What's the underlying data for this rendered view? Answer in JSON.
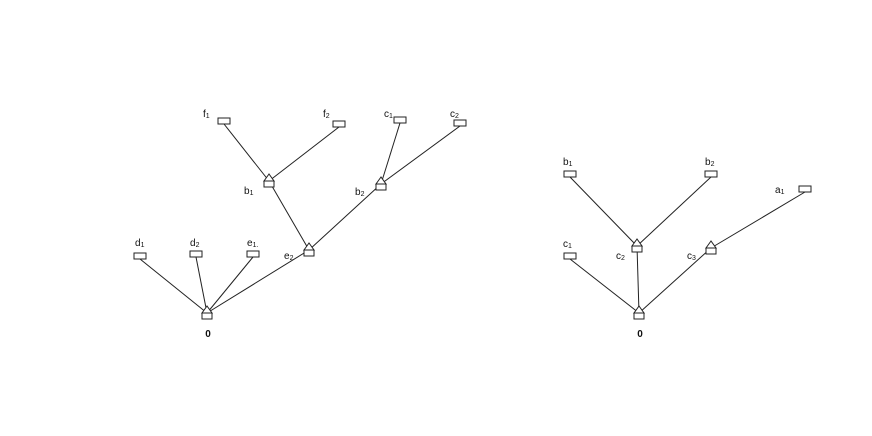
{
  "trees": [
    {
      "root_label": "0",
      "nodes": [
        {
          "id": "root",
          "kind": "junction",
          "label": ""
        },
        {
          "id": "d1",
          "kind": "leaf",
          "label": "d",
          "sub": "1"
        },
        {
          "id": "d2",
          "kind": "leaf",
          "label": "d",
          "sub": "2"
        },
        {
          "id": "e1",
          "kind": "leaf",
          "label": "e",
          "sub": "1."
        },
        {
          "id": "e2",
          "kind": "junction",
          "label": "e",
          "sub": "2"
        },
        {
          "id": "b1",
          "kind": "junction",
          "label": "b",
          "sub": "1"
        },
        {
          "id": "b2",
          "kind": "junction",
          "label": "b",
          "sub": "2"
        },
        {
          "id": "f1",
          "kind": "leaf",
          "label": "f",
          "sub": "1"
        },
        {
          "id": "f2",
          "kind": "leaf",
          "label": "f",
          "sub": "2"
        },
        {
          "id": "c1",
          "kind": "leaf",
          "label": "c",
          "sub": "1"
        },
        {
          "id": "c2",
          "kind": "leaf",
          "label": "c",
          "sub": "2"
        }
      ],
      "edges": [
        [
          "root",
          "d1"
        ],
        [
          "root",
          "d2"
        ],
        [
          "root",
          "e1"
        ],
        [
          "root",
          "e2"
        ],
        [
          "e2",
          "b1"
        ],
        [
          "e2",
          "b2"
        ],
        [
          "b1",
          "f1"
        ],
        [
          "b1",
          "f2"
        ],
        [
          "b2",
          "c1"
        ],
        [
          "b2",
          "c2"
        ]
      ]
    },
    {
      "root_label": "0",
      "nodes": [
        {
          "id": "root",
          "kind": "junction",
          "label": ""
        },
        {
          "id": "c1",
          "kind": "leaf",
          "label": "c",
          "sub": "1"
        },
        {
          "id": "c2",
          "kind": "junction",
          "label": "c",
          "sub": "2"
        },
        {
          "id": "c3",
          "kind": "junction",
          "label": "c",
          "sub": "3"
        },
        {
          "id": "b1",
          "kind": "leaf",
          "label": "b",
          "sub": "1"
        },
        {
          "id": "b2",
          "kind": "leaf",
          "label": "b",
          "sub": "2"
        },
        {
          "id": "a1",
          "kind": "leaf",
          "label": "a",
          "sub": "1"
        }
      ],
      "edges": [
        [
          "root",
          "c1"
        ],
        [
          "root",
          "c2"
        ],
        [
          "root",
          "c3"
        ],
        [
          "c2",
          "b1"
        ],
        [
          "c2",
          "b2"
        ],
        [
          "c3",
          "a1"
        ]
      ]
    }
  ]
}
